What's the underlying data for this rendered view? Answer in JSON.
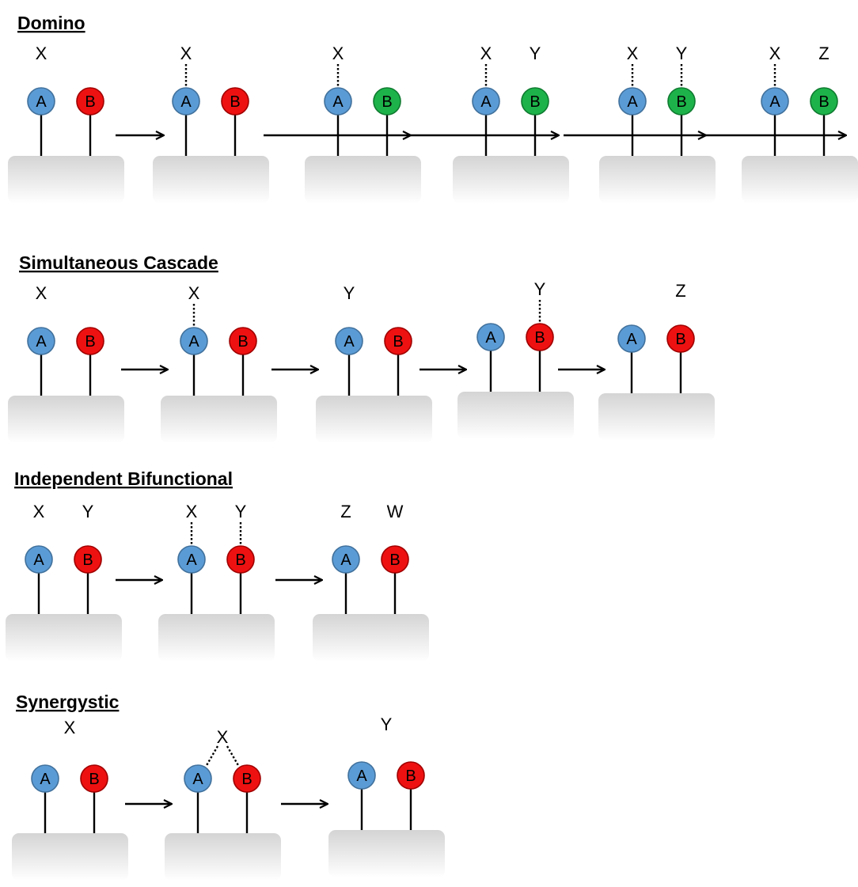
{
  "colors": {
    "blue": "#5b9bd5",
    "blue_stroke": "#41719c",
    "red": "#ee1111",
    "red_stroke": "#a00000",
    "green": "#1db34a",
    "green_stroke": "#0f7a30",
    "base_top": "#d4d4d4",
    "base_bottom": "#ffffff"
  },
  "sections": [
    {
      "title": "Domino",
      "panels": [
        {
          "a_color": "blue",
          "b_color": "red",
          "a_label": "X",
          "b_label": "",
          "a_bond": false,
          "b_bond": false
        },
        {
          "a_color": "blue",
          "b_color": "red",
          "a_label": "X",
          "b_label": "",
          "a_bond": true,
          "b_bond": false
        },
        {
          "a_color": "blue",
          "b_color": "green",
          "a_label": "X",
          "b_label": "",
          "a_bond": true,
          "b_bond": false
        },
        {
          "a_color": "blue",
          "b_color": "green",
          "a_label": "X",
          "b_label": "Y",
          "a_bond": true,
          "b_bond": false
        },
        {
          "a_color": "blue",
          "b_color": "green",
          "a_label": "X",
          "b_label": "Y",
          "a_bond": true,
          "b_bond": true
        },
        {
          "a_color": "blue",
          "b_color": "green",
          "a_label": "X",
          "b_label": "Z",
          "a_bond": true,
          "b_bond": false
        }
      ]
    },
    {
      "title": "Simultaneous Cascade",
      "panels": [
        {
          "a_color": "blue",
          "b_color": "red",
          "a_label": "X",
          "b_label": "",
          "a_bond": false,
          "b_bond": false
        },
        {
          "a_color": "blue",
          "b_color": "red",
          "a_label": "X",
          "b_label": "",
          "a_bond": true,
          "b_bond": false
        },
        {
          "a_color": "blue",
          "b_color": "red",
          "a_label": "Y",
          "b_label": "",
          "a_bond": false,
          "b_bond": false
        },
        {
          "a_color": "blue",
          "b_color": "red",
          "a_label": "",
          "b_label": "Y",
          "a_bond": false,
          "b_bond": true
        },
        {
          "a_color": "blue",
          "b_color": "red",
          "a_label": "",
          "b_label": "Z",
          "a_bond": false,
          "b_bond": false
        }
      ]
    },
    {
      "title": "Independent Bifunctional",
      "panels": [
        {
          "a_color": "blue",
          "b_color": "red",
          "a_label": "X",
          "b_label": "Y",
          "a_bond": false,
          "b_bond": false
        },
        {
          "a_color": "blue",
          "b_color": "red",
          "a_label": "X",
          "b_label": "Y",
          "a_bond": true,
          "b_bond": true
        },
        {
          "a_color": "blue",
          "b_color": "red",
          "a_label": "Z",
          "b_label": "W",
          "a_bond": false,
          "b_bond": false
        }
      ]
    },
    {
      "title": "Synergystic",
      "panels": [
        {
          "a_color": "blue",
          "b_color": "red",
          "mid_label": "X",
          "bridge": false
        },
        {
          "a_color": "blue",
          "b_color": "red",
          "mid_label": "X",
          "bridge": true
        },
        {
          "a_color": "blue",
          "b_color": "red",
          "mid_label": "Y",
          "bridge": false
        }
      ]
    }
  ],
  "node_a": "A",
  "node_b": "B"
}
